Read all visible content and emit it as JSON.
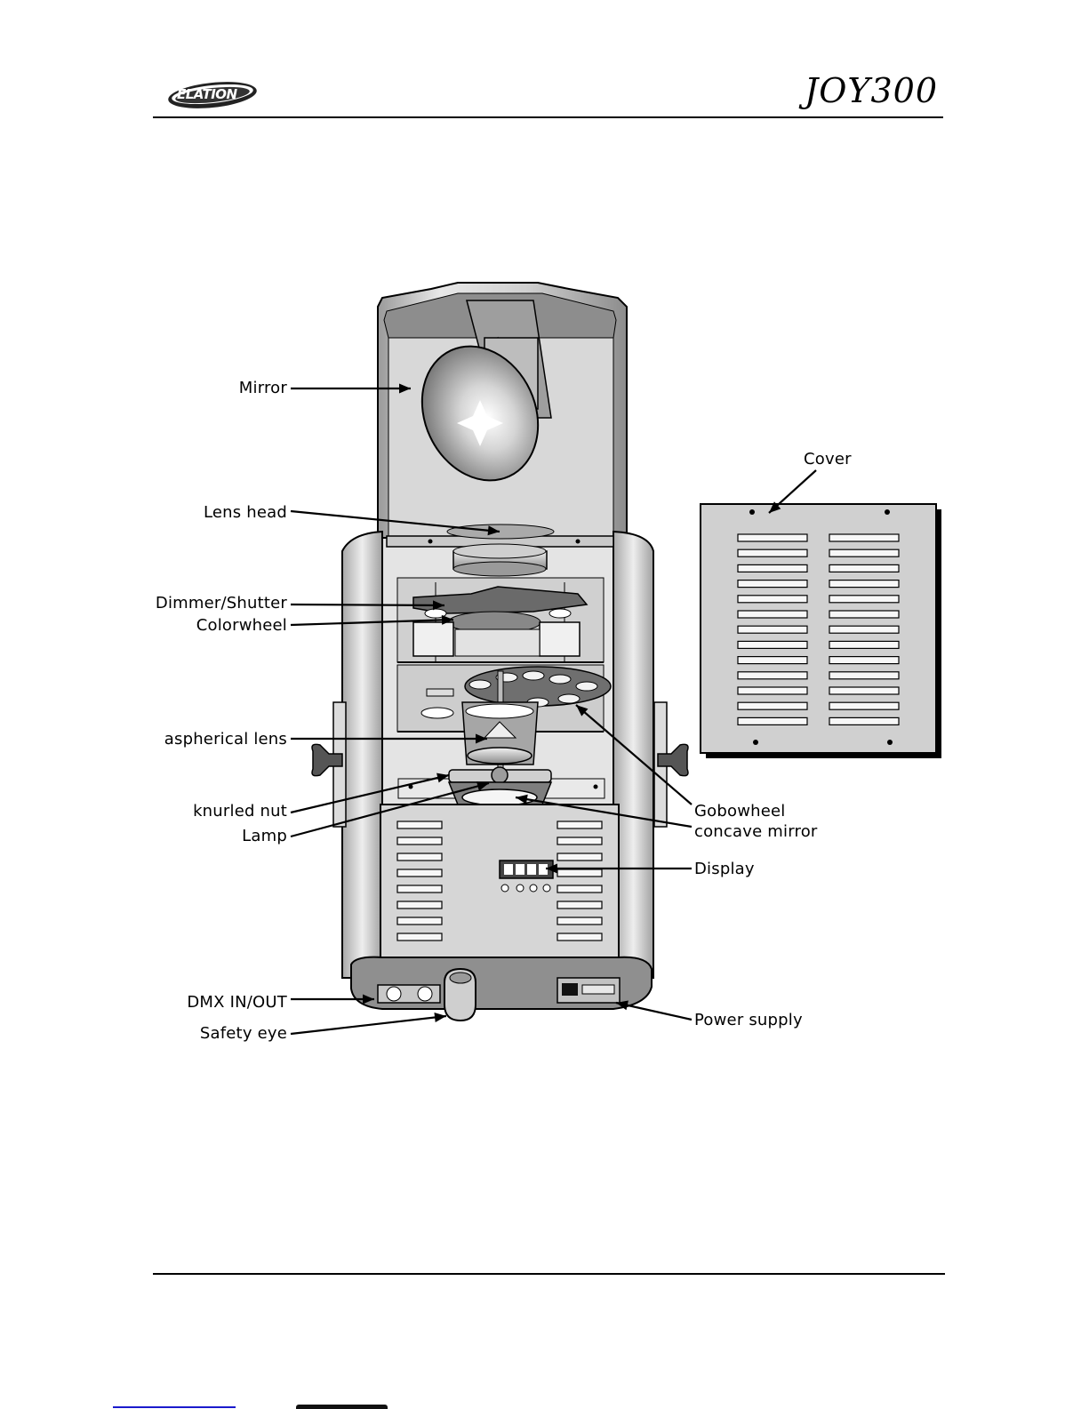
{
  "header": {
    "brand_logo_text": "ELATION",
    "model_logo_text": "JOY300"
  },
  "diagram": {
    "labels": {
      "mirror": "Mirror",
      "lens_head": "Lens head",
      "dimmer_shutter": "Dimmer/Shutter",
      "colorwheel": "Colorwheel",
      "aspherical_lens": "aspherical lens",
      "knurled_nut": "knurled nut",
      "lamp": "Lamp",
      "dmx_in_out": "DMX IN/OUT",
      "safety_eye": "Safety eye",
      "cover": "Cover",
      "gobowheel": "Gobowheel",
      "concave_mirror": "concave mirror",
      "display": "Display",
      "power_supply": "Power supply"
    }
  },
  "colors": {
    "line": "#000000",
    "metal_light": "#e6e6e6",
    "metal_mid": "#b9b9b9",
    "metal_dark": "#7a7a7a",
    "panel": "#d4d4d4",
    "footer_link": "#1a1acc"
  }
}
